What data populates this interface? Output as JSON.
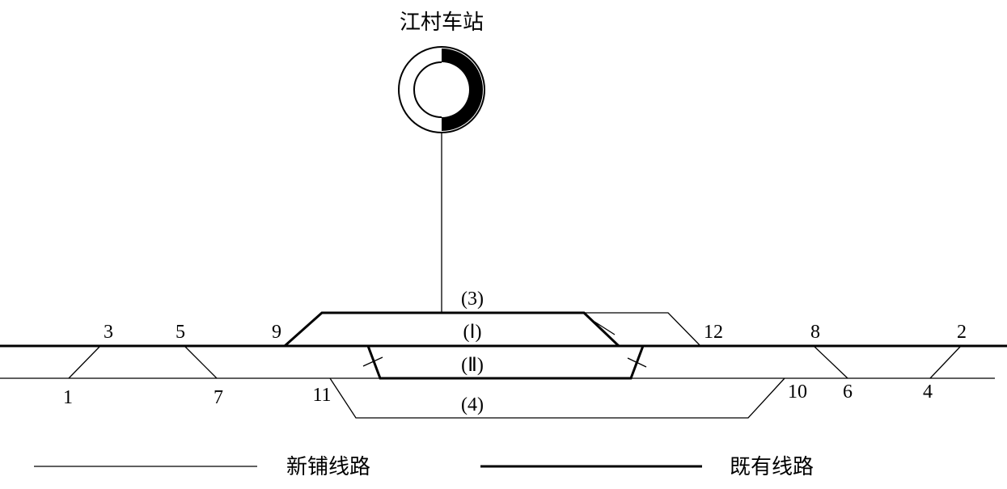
{
  "station": {
    "name": "江村车站"
  },
  "tracks": {
    "track_3": "(3)",
    "track_I": "(Ⅰ)",
    "track_II": "(Ⅱ)",
    "track_4": "(4)"
  },
  "switches": {
    "s1": "1",
    "s2": "2",
    "s3": "3",
    "s4": "4",
    "s5": "5",
    "s6": "6",
    "s7": "7",
    "s8": "8",
    "s9": "9",
    "s10": "10",
    "s11": "11",
    "s12": "12"
  },
  "legend": {
    "new_line": "新铺线路",
    "existing_line": "既有线路"
  },
  "colors": {
    "ink": "#000000",
    "background": "#ffffff"
  }
}
